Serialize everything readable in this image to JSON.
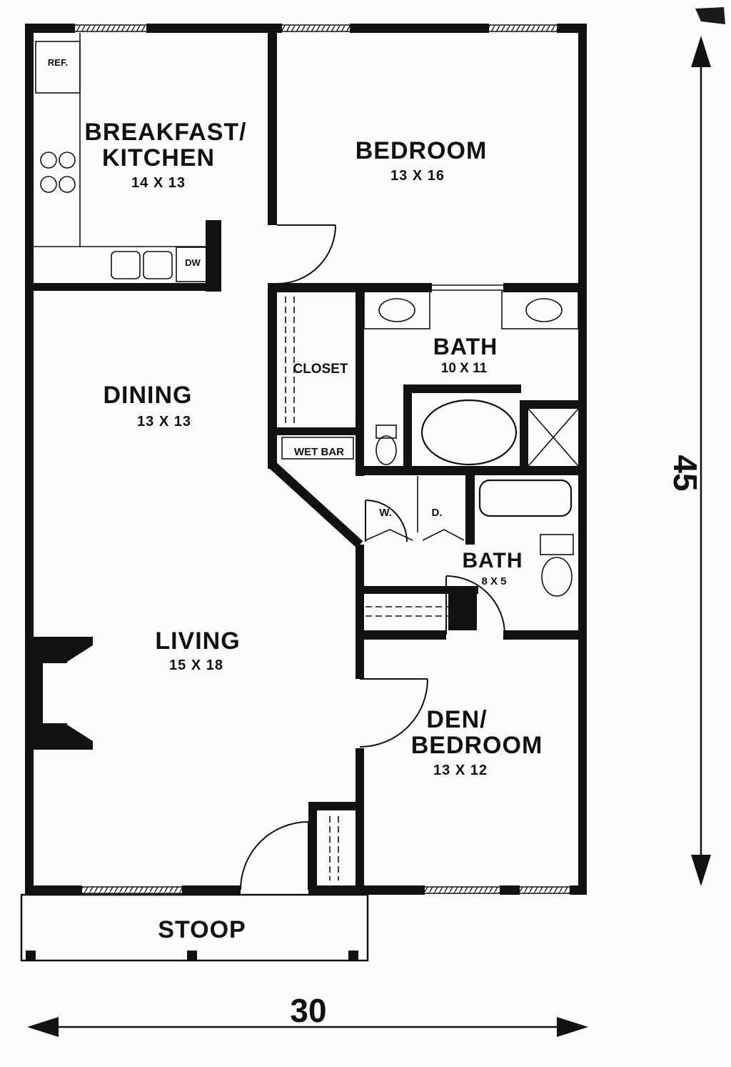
{
  "plan": {
    "rooms": {
      "kitchen": {
        "line1": "BREAKFAST/",
        "line2": "KITCHEN",
        "dims": "14 X 13"
      },
      "bedroom": {
        "name": "BEDROOM",
        "dims": "13 X 16"
      },
      "bath1": {
        "name": "BATH",
        "dims": "10 X 11"
      },
      "closet": {
        "name": "CLOSET"
      },
      "dining": {
        "name": "DINING",
        "dims": "13 X 13"
      },
      "wet_bar": {
        "name": "WET BAR"
      },
      "bath2": {
        "name": "BATH",
        "dims": "8 X 5"
      },
      "living": {
        "name": "LIVING",
        "dims": "15 X 18"
      },
      "den": {
        "line1": "DEN/",
        "line2": "BEDROOM",
        "dims": "13 X 12"
      },
      "stoop": {
        "name": "STOOP"
      }
    },
    "appliances": {
      "refrigerator": "REF.",
      "dishwasher": "DW",
      "washer": "W.",
      "dryer": "D."
    },
    "dimensions": {
      "overall_depth": "45",
      "overall_width": "30"
    },
    "colors": {
      "ink": "#111111",
      "paper": "#fcfcfc"
    }
  }
}
